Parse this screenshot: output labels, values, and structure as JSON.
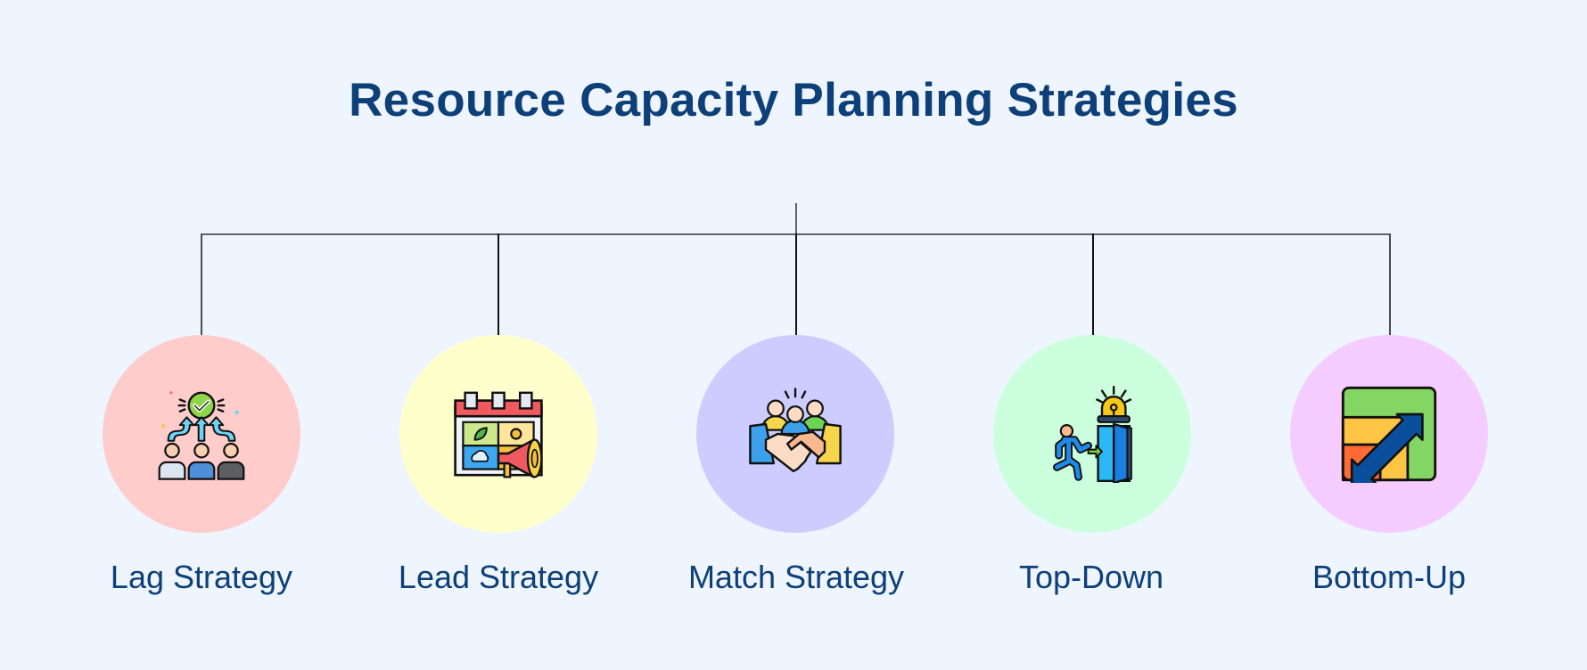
{
  "title": "Resource Capacity Planning Strategies",
  "colors": {
    "background": "#eef5ff",
    "title": "#0d3f78",
    "connector": "#5f6369"
  },
  "strategies": [
    {
      "label": "Lag Strategy",
      "icon": "team-goal-icon",
      "circle_color": "#ffcccc"
    },
    {
      "label": "Lead Strategy",
      "icon": "calendar-megaphone-icon",
      "circle_color": "#ffffcc"
    },
    {
      "label": "Match Strategy",
      "icon": "team-handshake-icon",
      "circle_color": "#ccccff"
    },
    {
      "label": "Top-Down",
      "icon": "emergency-exit-icon",
      "circle_color": "#ccffdd"
    },
    {
      "label": "Bottom-Up",
      "icon": "scale-up-chart-icon",
      "circle_color": "#f5ccff"
    }
  ]
}
